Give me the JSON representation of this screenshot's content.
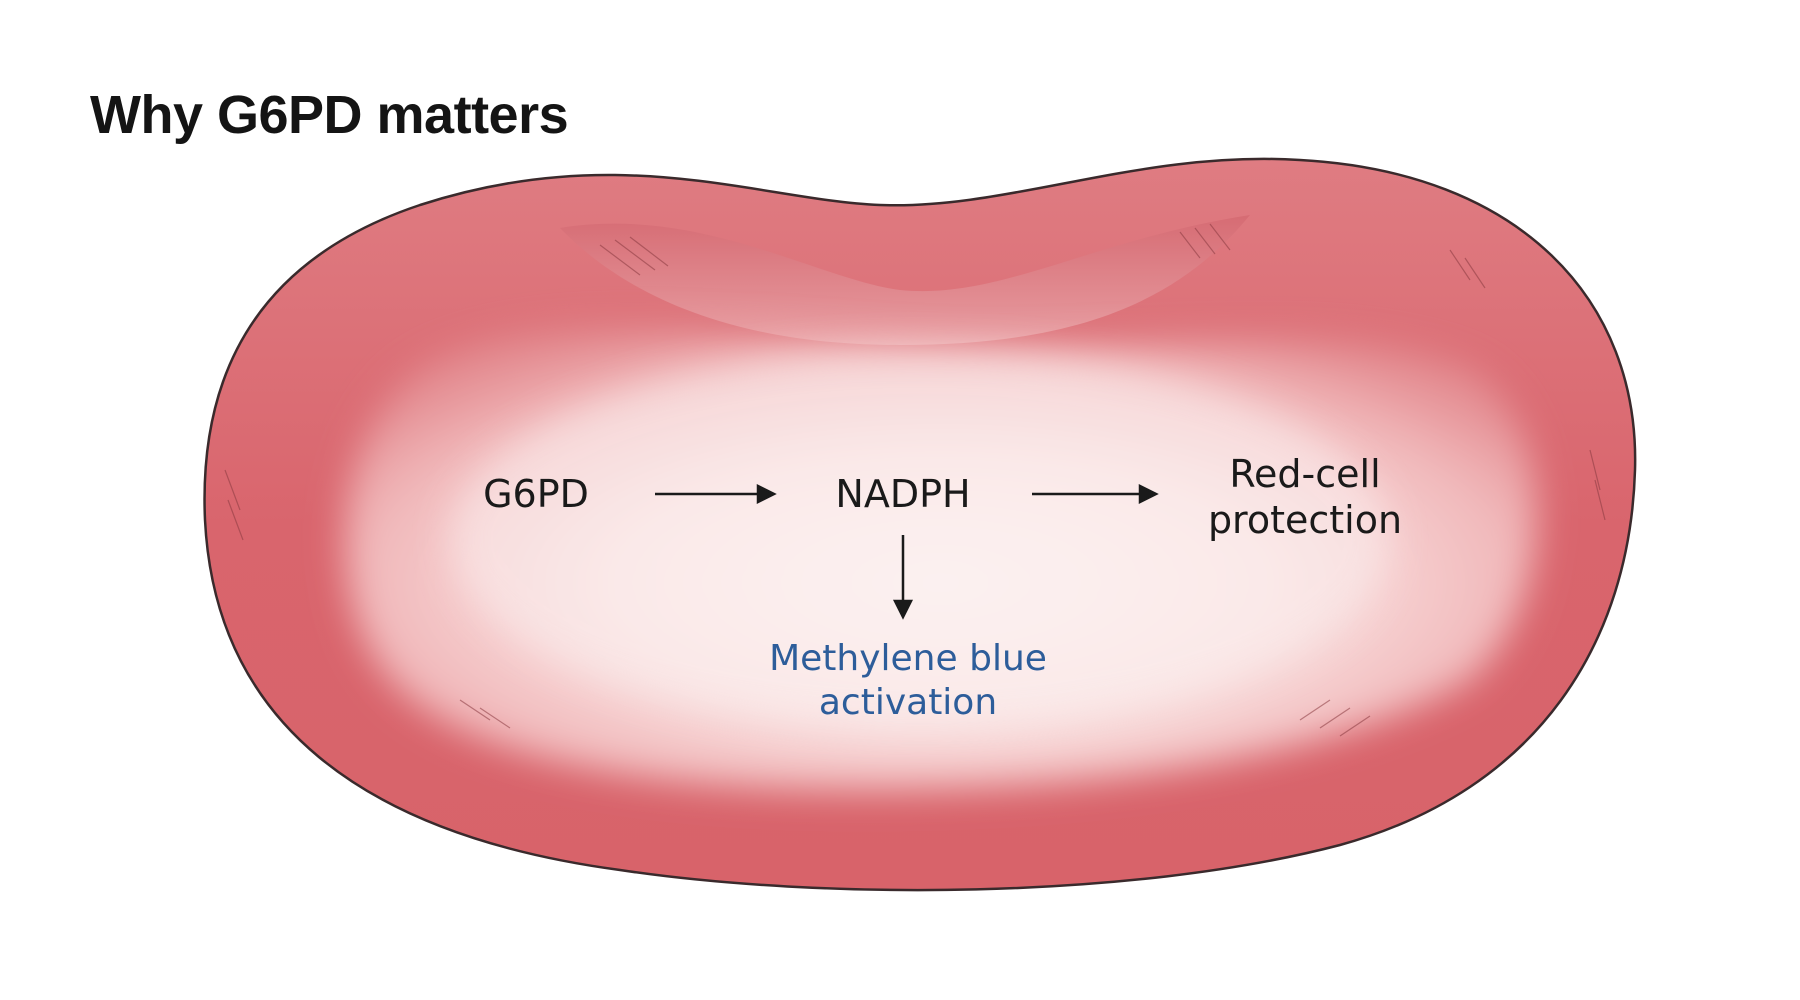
{
  "title": "Why G6PD matters",
  "nodes": {
    "g6pd": "G6PD",
    "nadph": "NADPH",
    "protection": [
      "Red-cell",
      "protection"
    ],
    "methylene": [
      "Methylene blue",
      "activation"
    ]
  },
  "colors": {
    "cell_outer": "#d9636b",
    "cell_mid": "#e8939a",
    "cell_inner": "#fbeeee",
    "outline": "#3a2a2c",
    "text": "#1a1a1a",
    "accent_blue": "#2d5d9a"
  },
  "icons": [
    "right-arrow-icon",
    "down-arrow-icon"
  ]
}
